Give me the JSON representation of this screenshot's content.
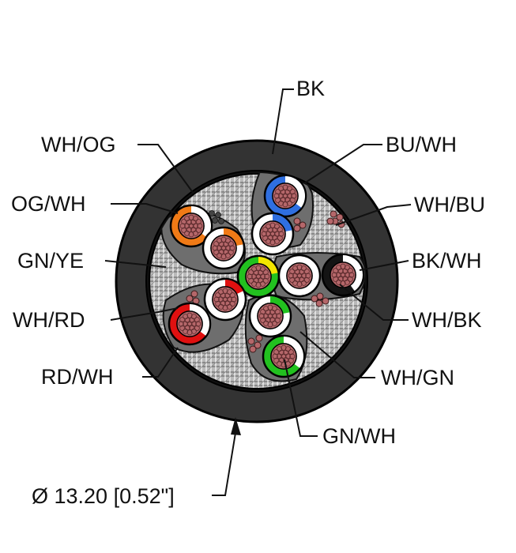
{
  "labels": {
    "bk": "BK",
    "wh_og": "WH/OG",
    "bu_wh": "BU/WH",
    "og_wh": "OG/WH",
    "wh_bu": "WH/BU",
    "gn_ye": "GN/YE",
    "bk_wh": "BK/WH",
    "wh_rd": "WH/RD",
    "wh_bk": "WH/BK",
    "rd_wh": "RD/WH",
    "wh_gn": "WH/GN",
    "gn_wh": "GN/WH"
  },
  "dimension": "Ø 13.20 [0.52\"]",
  "colors": {
    "jacket": "#333333",
    "shield": "#9a9a9a",
    "filler": "#666666",
    "blue": "#2f6fe0",
    "orange": "#f07a16",
    "red": "#e01010",
    "green": "#22c11f",
    "yellow": "#f3e600",
    "black": "#141414",
    "white": "#ffffff",
    "copper": "#b5676a"
  }
}
